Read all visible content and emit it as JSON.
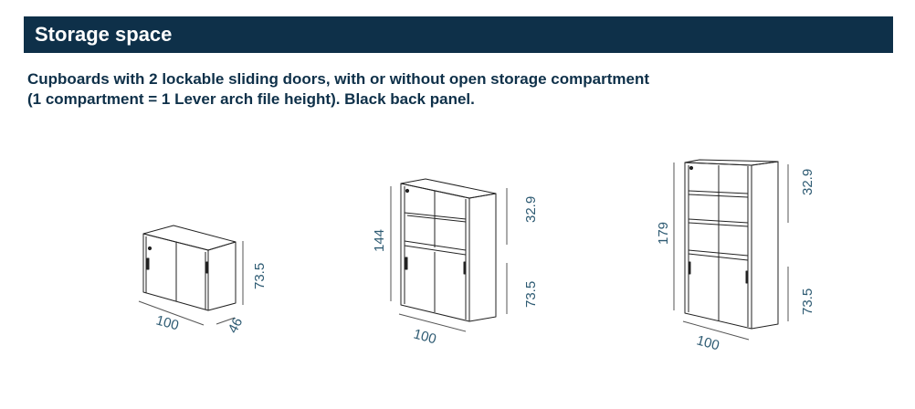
{
  "header": {
    "title": "Storage space"
  },
  "description": {
    "line1": "Cupboards with 2 lockable sliding doors, with or without open storage compartment",
    "line2": "(1 compartment = 1 Lever arch file height). Black back panel."
  },
  "colors": {
    "header_bg": "#0e3049",
    "header_text": "#ffffff",
    "description_text": "#0e3049",
    "dimension_text": "#2d5a72",
    "line_art": "#222222"
  },
  "cabinets": [
    {
      "dims": {
        "width": "100",
        "depth": "46",
        "height": "73.5"
      }
    },
    {
      "dims": {
        "width": "100",
        "total_height": "144",
        "compartment_height": "32.9",
        "door_height": "73.5"
      }
    },
    {
      "dims": {
        "width": "100",
        "total_height": "179",
        "compartment_height": "32.9",
        "door_height": "73.5"
      }
    }
  ]
}
